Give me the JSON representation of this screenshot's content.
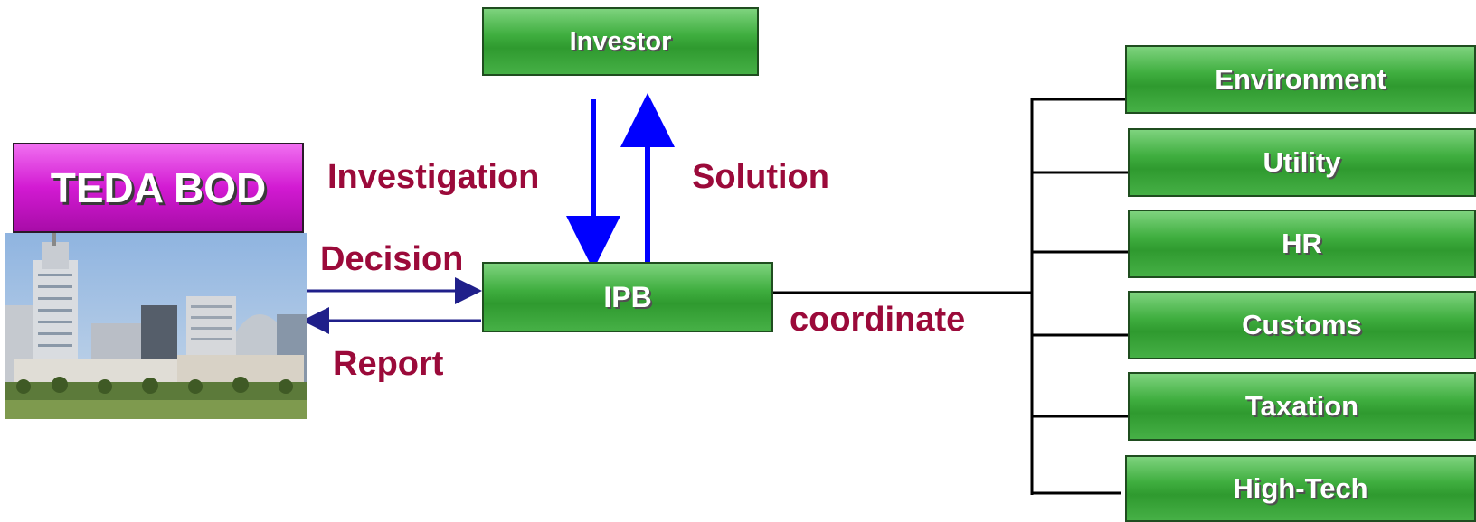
{
  "nodes": {
    "investor": "Investor",
    "ipb": "IPB",
    "bod": "TEDA BOD",
    "departments": [
      "Environment",
      "Utility",
      "HR",
      "Customs",
      "Taxation",
      "High-Tech"
    ]
  },
  "edge_labels": {
    "investigation": "Investigation",
    "solution": "Solution",
    "decision": "Decision",
    "report": "Report",
    "coordinate": "coordinate"
  },
  "colors": {
    "box_green": "#3fae3f",
    "bod_magenta": "#d21ad2",
    "label_red": "#9b0a3a",
    "arrow_blue": "#0000ff",
    "arrow_navy": "#1f1f8a"
  }
}
